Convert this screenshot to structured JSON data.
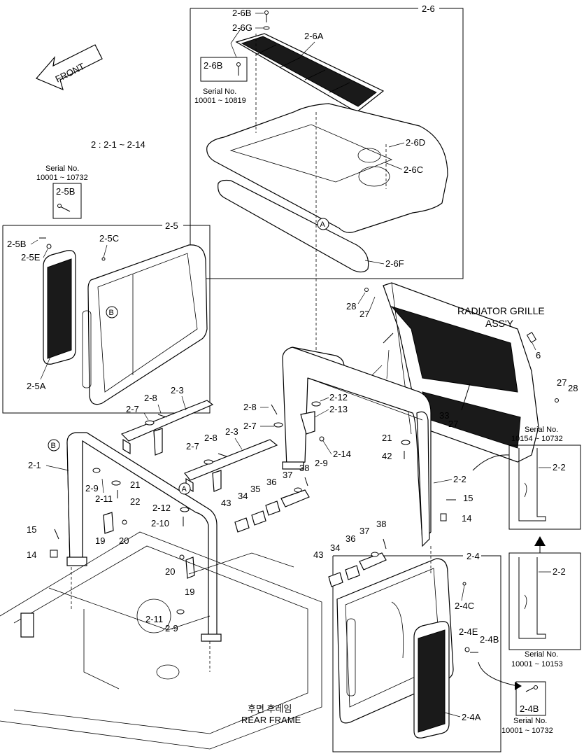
{
  "front_label": "FRONT",
  "group_note": "2 : 2-1 ~ 2-14",
  "assembly_label": "RADIATOR GRILLE\nASS'Y",
  "rear_frame_kr": "후면 후레임",
  "rear_frame_en": "REAR FRAME",
  "serial_notes": {
    "top_6b": [
      "Serial No.",
      "10001 ~ 10819"
    ],
    "left_5b": [
      "Serial No.",
      "10001 ~ 10732"
    ],
    "right_upper": [
      "Serial No.",
      "10154 ~ 10732"
    ],
    "right_lower": [
      "Serial No.",
      "10001 ~ 10153"
    ],
    "bottom_4b": [
      "Serial No.",
      "10001 ~ 10732"
    ]
  },
  "group_boxes": {
    "g26": "2-6",
    "g25": "2-5",
    "g24": "2-4"
  },
  "ref_circles": {
    "a_top": "A",
    "a_bottom": "A",
    "b_left": "B",
    "b_frame": "B"
  },
  "callouts": {
    "c_26b_top": "2-6B",
    "c_26g": "2-6G",
    "c_26a": "2-6A",
    "c_26b_box": "2-6B",
    "c_26d": "2-6D",
    "c_26c": "2-6C",
    "c_26f": "2-6F",
    "c_25b_box": "2-5B",
    "c_25b": "2-5B",
    "c_25e": "2-5E",
    "c_25c": "2-5C",
    "c_25a": "2-5A",
    "c_28a": "28",
    "c_27a": "27",
    "c_27b": "27",
    "c_33a": "33",
    "c_6": "6",
    "c_27c": "27",
    "c_28b": "28",
    "c_33b": "33",
    "c_27d": "27",
    "c_22_top": "2-2",
    "c_22_mid": "2-2",
    "c_22_low": "2-2",
    "c_23a": "2-3",
    "c_27_left": "2-7",
    "c_28_left": "2-8",
    "c_28_mid": "2-8",
    "c_27_mid": "2-7",
    "c_212a": "2-12",
    "c_213": "2-13",
    "c_214": "2-14",
    "c_29a": "2-9",
    "c_23b": "2-3",
    "c_27_low": "2-7",
    "c_28_low": "2-8",
    "c_21": "2-1",
    "c_29b": "2-9",
    "c_211a": "2-11",
    "c_21n": "21",
    "c_22n": "22",
    "c_212b": "2-12",
    "c_210": "2-10",
    "c_21b": "21",
    "c_42": "42",
    "c_15a": "15",
    "c_14a": "14",
    "c_15b": "15",
    "c_14b": "14",
    "c_19a": "19",
    "c_20a": "20",
    "c_20b": "20",
    "c_19b": "19",
    "c_211b": "2-11",
    "c_29c": "2-9",
    "c_43a": "43",
    "c_34a": "34",
    "c_35": "35",
    "c_36a": "36",
    "c_37a": "37",
    "c_38a": "38",
    "c_43b": "43",
    "c_34b": "34",
    "c_36b": "36",
    "c_37b": "37",
    "c_38b": "38",
    "c_24c": "2-4C",
    "c_24e": "2-4E",
    "c_24b": "2-4B",
    "c_24a": "2-4A",
    "c_24b_box": "2-4B"
  }
}
